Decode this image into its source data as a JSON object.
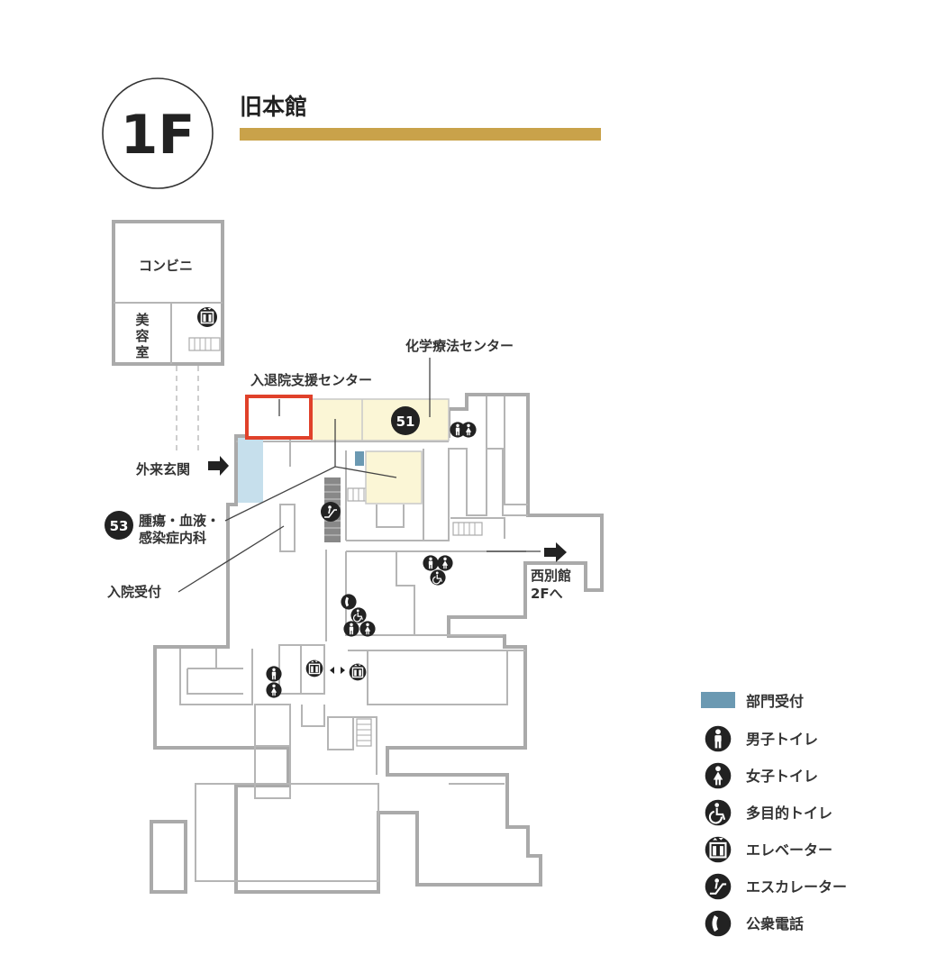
{
  "header": {
    "floor": "1F",
    "building": "旧本館",
    "accent_color": "#c9a24a"
  },
  "rooms": {
    "convenience_store": "コンビニ",
    "beauty_salon": [
      "美",
      "容",
      "室"
    ]
  },
  "labels": {
    "admission_support_center": "入退院支援センター",
    "chemotherapy_center": "化学療法センター",
    "outpatient_entrance": "外来玄関",
    "dept_53_line1": "腫瘍・血液・",
    "dept_53_line2": "感染症内科",
    "admission_reception": "入院受付",
    "west_annex_line1": "西別館",
    "west_annex_line2": "2Fへ"
  },
  "markers": {
    "m51": "51",
    "m53": "53"
  },
  "legend": {
    "items": [
      {
        "label": "部門受付",
        "icon": "department-reception-swatch"
      },
      {
        "label": "男子トイレ",
        "icon": "mens-restroom-icon"
      },
      {
        "label": "女子トイレ",
        "icon": "womens-restroom-icon"
      },
      {
        "label": "多目的トイレ",
        "icon": "accessible-restroom-icon"
      },
      {
        "label": "エレベーター",
        "icon": "elevator-icon"
      },
      {
        "label": "エスカレーター",
        "icon": "escalator-icon"
      },
      {
        "label": "公衆電話",
        "icon": "public-phone-icon"
      }
    ]
  },
  "colors": {
    "highlight_red": "#e0412a",
    "area_yellow": "#fbf6d6",
    "reception_blue": "#6b99b2",
    "entrance_blue": "#c6dfec",
    "wall_gray": "#aaaaaa"
  }
}
